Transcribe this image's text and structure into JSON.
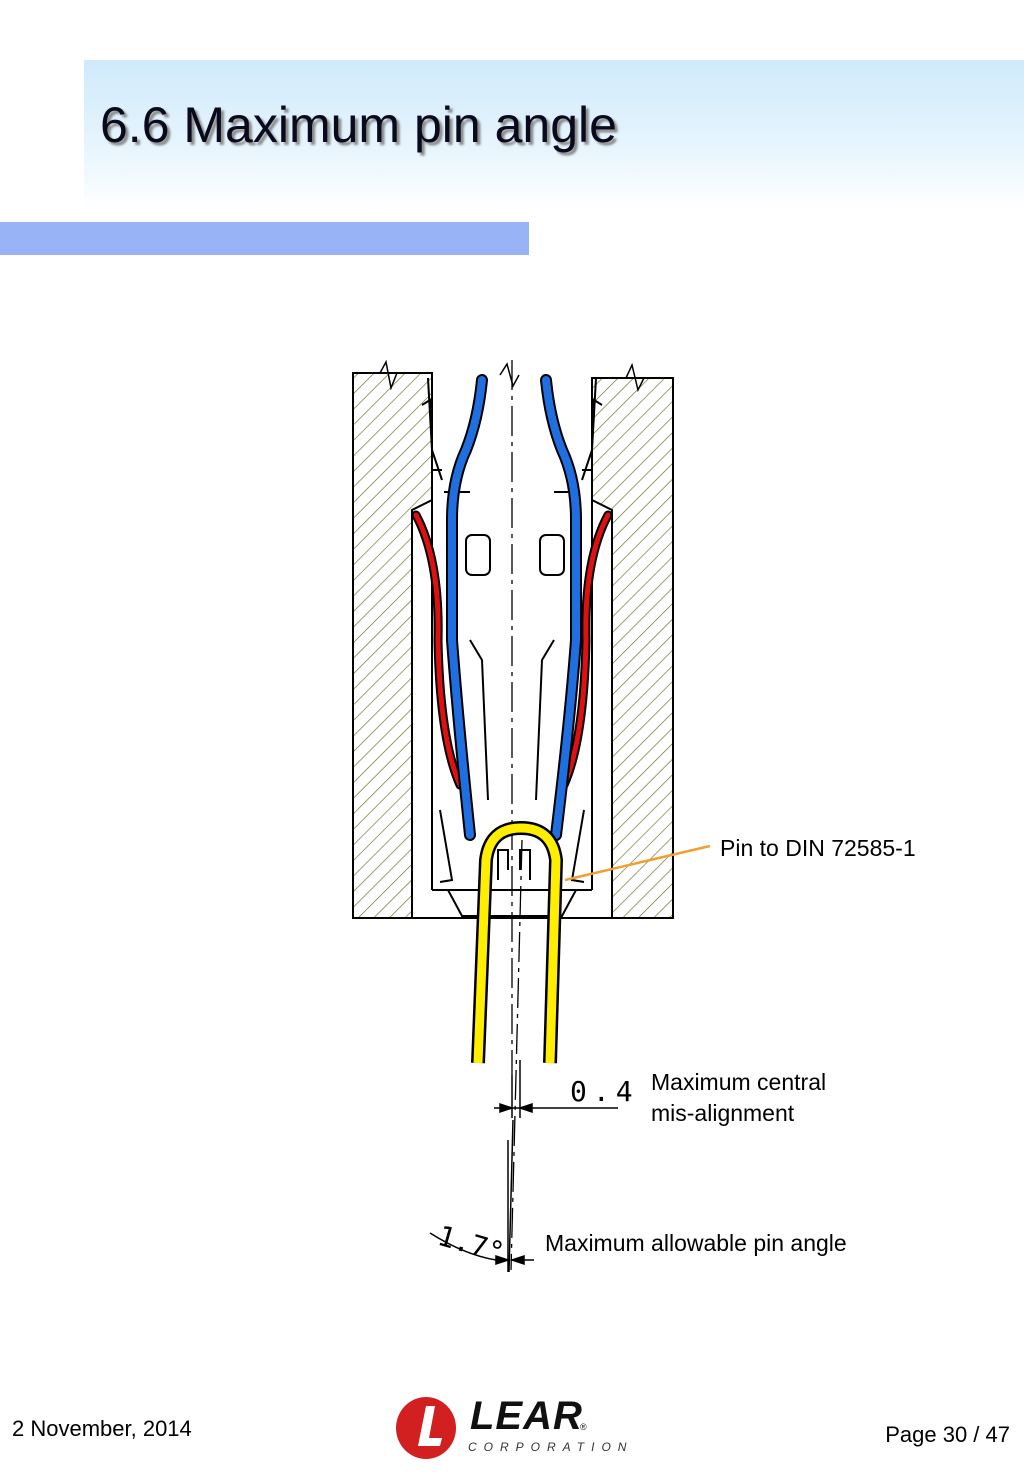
{
  "slide": {
    "title": "6.6 Maximum pin angle"
  },
  "diagram": {
    "labels": {
      "pin": "Pin to DIN 72585-1",
      "misalignment_line1": "Maximum central",
      "misalignment_line2": "mis-alignment",
      "angle": "Maximum allowable pin angle"
    },
    "dimensions": {
      "offset": "0.4",
      "angle": "1.7°"
    },
    "colors": {
      "contact_spring": "#1f6fe0",
      "retaining_spring": "#e01010",
      "pin": "#ffee00",
      "leader": "#f0a030",
      "hatch": "#6b6b28"
    }
  },
  "footer": {
    "date": "2 November, 2014",
    "page": "Page 30 / 47",
    "logo_word": "LEAR",
    "logo_sub": "CORPORATION",
    "logo_reg": "®"
  }
}
